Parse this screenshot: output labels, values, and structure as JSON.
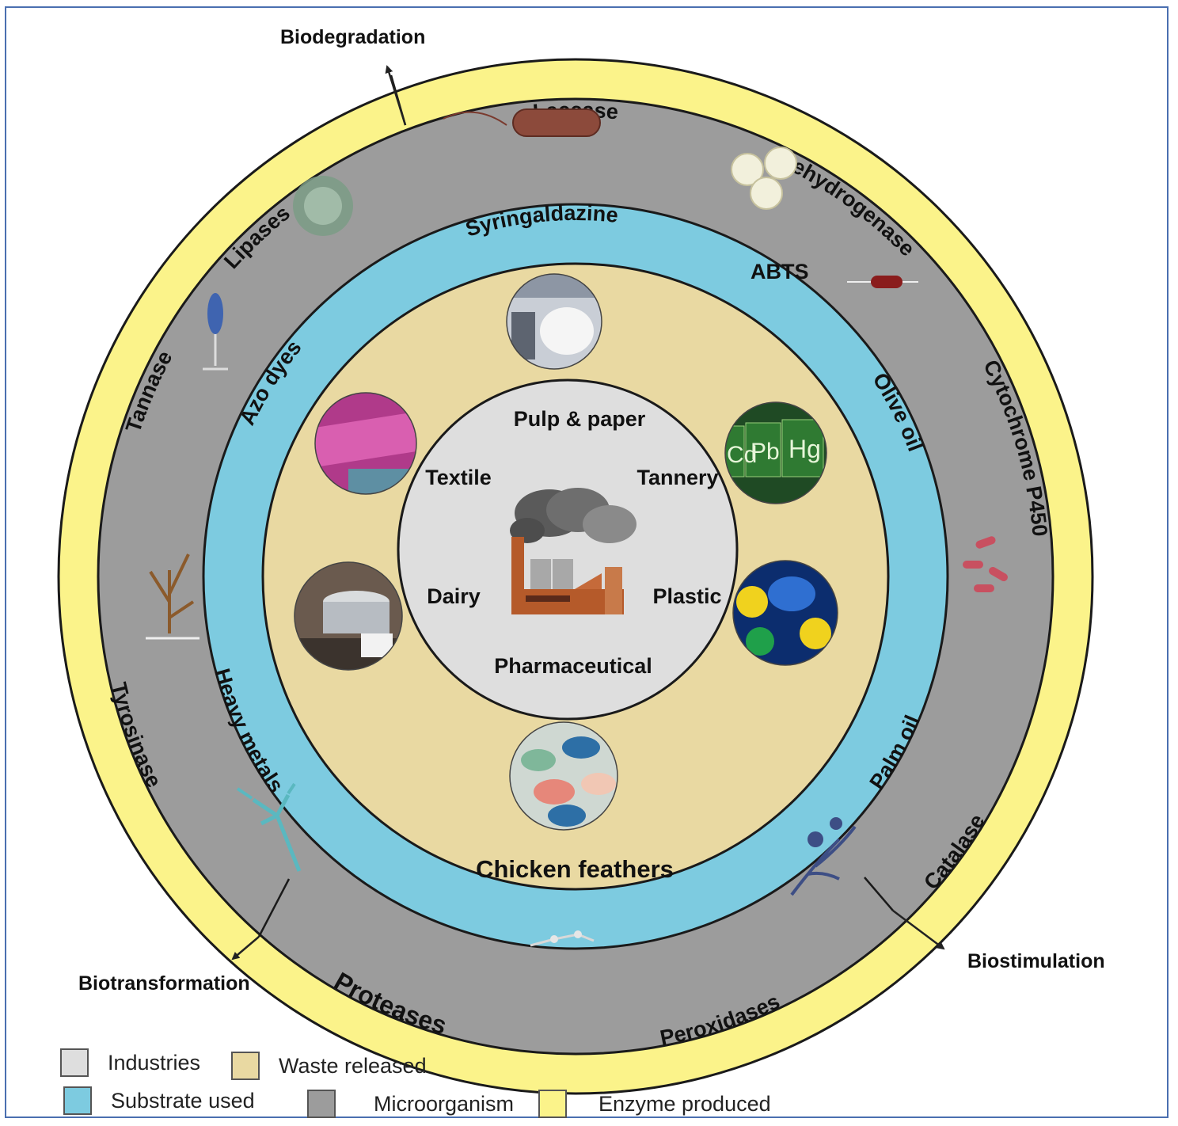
{
  "colors": {
    "enzyme_ring": "#fbf38a",
    "microorganism_ring": "#9c9c9c",
    "substrate_ring": "#7dcbe0",
    "waste_ring": "#e9d9a2",
    "industries_core": "#dedede",
    "outline": "#1a1a1a"
  },
  "enzymes": {
    "laccase": "Laccase",
    "dehydrogenase": "Dehydrogenase",
    "cytochrome": "Cytochrome P450",
    "catalase": "Catalase",
    "peroxidases": "Peroxidases",
    "proteases": "Proteases",
    "tyrosinase": "Tyrosinase",
    "tannase": "Tannase",
    "lipases": "Lipases"
  },
  "substrates": {
    "syringaldazine": "Syringaldazine",
    "abts": "ABTS",
    "olive_oil": "Olive oil",
    "palm_oil": "Palm oil",
    "chicken_feathers": "Chicken feathers",
    "heavy_metals": "Heavy metals",
    "azo_dyes": "Azo dyes"
  },
  "industries": {
    "pulp_paper": "Pulp & paper",
    "textile": "Textile",
    "tannery": "Tannery",
    "dairy": "Dairy",
    "plastic": "Plastic",
    "pharmaceutical": "Pharmaceutical"
  },
  "waste_icons": {
    "pulp_paper": "paper-mill-photo-icon",
    "textile": "dyed-fabric-photo-icon",
    "tannery": "heavy-metal-elements-icon",
    "plastic": "plastic-bottles-photo-icon",
    "pharmaceutical": "pills-photo-icon",
    "dairy": "dairy-milk-photo-icon",
    "tannery_tiles": [
      "Cd",
      "Pb",
      "Hg"
    ]
  },
  "processes": {
    "biodegradation": "Biodegradation",
    "biotransformation": "Biotransformation",
    "biostimulation": "Biostimulation"
  },
  "legend": {
    "industries": "Industries",
    "waste": "Waste released",
    "substrate": "Substrate used",
    "microorganism": "Microorganism",
    "enzyme": "Enzyme produced"
  }
}
